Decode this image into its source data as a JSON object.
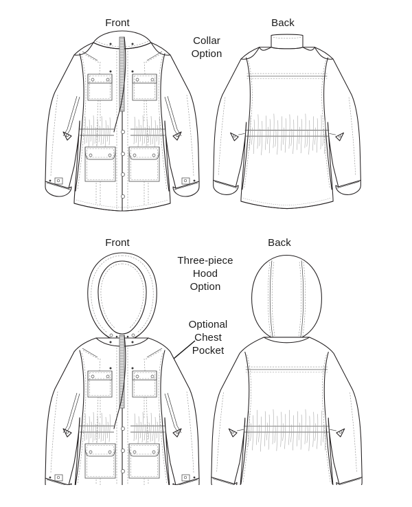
{
  "document": {
    "type": "technical-flat-sketch",
    "subject": "Field jacket with collar option and three-piece hood option",
    "background_color": "#ffffff",
    "line_color": "#231f20",
    "seam_color": "#8a8a8a"
  },
  "figures": [
    {
      "id": "figure-top",
      "option_label": "Collar\nOption",
      "views": [
        {
          "id": "top-front",
          "label": "Front",
          "features": [
            "stand collar",
            "center front zipper",
            "snap-button placket",
            "two flap chest pockets",
            "two flap cargo pockets",
            "drawstring waist with gathers",
            "side adjuster tabs",
            "snap cuff tabs",
            "princess seams"
          ]
        },
        {
          "id": "top-back",
          "label": "Back",
          "features": [
            "stand collar",
            "back yoke seam",
            "drawstring waist with gathers",
            "side adjuster tabs",
            "curved hem"
          ]
        }
      ]
    },
    {
      "id": "figure-bottom",
      "option_label": "Three-piece\nHood\nOption",
      "callout": {
        "label": "Optional\nChest\nPocket",
        "points_to": "right-chest-pocket"
      },
      "views": [
        {
          "id": "bottom-front",
          "label": "Front",
          "features": [
            "three-piece hood",
            "hood drawcord with eyelets",
            "center front zipper",
            "snap-button placket",
            "two flap chest pockets",
            "two flap cargo pockets",
            "drawstring waist with gathers",
            "side adjuster tabs",
            "snap cuff tabs"
          ]
        },
        {
          "id": "bottom-back",
          "label": "Back",
          "features": [
            "three-piece hood",
            "back yoke seam",
            "drawstring waist with gathers",
            "side adjuster tabs",
            "curved hem"
          ]
        }
      ]
    }
  ],
  "labels": {
    "front_top": "Front",
    "back_top": "Back",
    "collar_option": "Collar\nOption",
    "front_bottom": "Front",
    "back_bottom": "Back",
    "hood_option": "Three-piece\nHood\nOption",
    "chest_pocket": "Optional\nChest\nPocket"
  }
}
